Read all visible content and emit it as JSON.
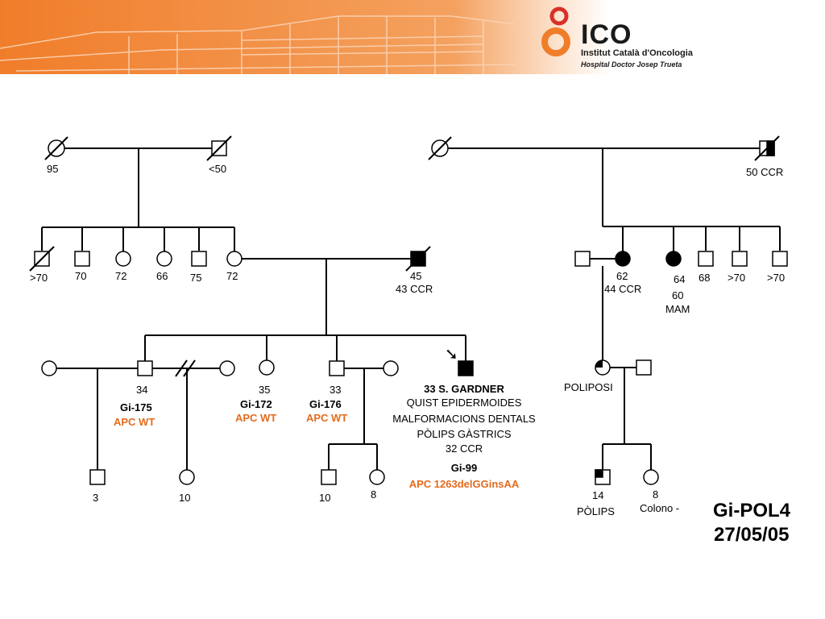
{
  "header": {
    "logo_title": "ICO",
    "logo_line1": "Institut Català d'Oncologia",
    "logo_line2": "Hospital Doctor Josep Trueta",
    "accent": "#f07d2a"
  },
  "pedigree": {
    "gen1": {
      "left_female_age": "95",
      "left_male_age": "<50",
      "right_male_label": "50 CCR"
    },
    "gen2": {
      "a1": ">70",
      "a2": "70",
      "a3": "72",
      "a4": "66",
      "a5": "75",
      "a6": "72",
      "father_age": "45",
      "father_dx": "43 CCR",
      "b_age": "62",
      "b_dx": "44 CCR",
      "c_age": "64",
      "c_age2": "60",
      "c_dx": "MAM",
      "d": "68",
      "e": ">70",
      "f": ">70"
    },
    "gen3": {
      "s1_age": "34",
      "s1_id": "Gi-175",
      "s1_result": "APC WT",
      "s2_age": "35",
      "s2_id": "Gi-172",
      "s2_result": "APC WT",
      "s3_age": "33",
      "s3_id": "Gi-176",
      "s3_result": "APC WT",
      "proband_line1": "33 S. GARDNER",
      "proband_line2": "QUIST EPIDERMOIDES",
      "proband_line3": "MALFORMACIONS DENTALS",
      "proband_line4": "PÒLIPS GÀSTRICS",
      "proband_line5": "32 CCR",
      "proband_id": "Gi-99",
      "proband_mutation": "APC 1263delGGinsAA",
      "cousin_label": "POLIPOSI"
    },
    "gen4": {
      "c1": "3",
      "c2": "10",
      "c3": "10",
      "c4": "8",
      "c5_age": "14",
      "c5_label": "PÒLIPS",
      "c6_age": "8",
      "c6_label": "Colono -"
    },
    "family_id": "Gi-POL4",
    "date": "27/05/05",
    "result_color": "#e36b1d"
  }
}
